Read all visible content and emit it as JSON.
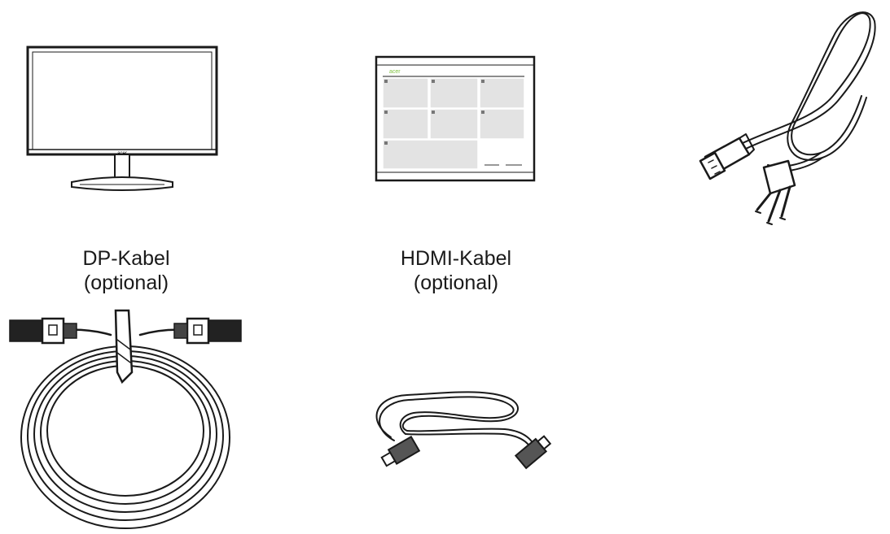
{
  "items": {
    "monitor": {
      "icon": "monitor-icon"
    },
    "guide": {
      "icon": "quick-start-guide-icon",
      "brand_text": "acer"
    },
    "power_cable": {
      "icon": "power-cable-icon"
    },
    "dp_cable": {
      "icon": "dp-cable-icon",
      "label": "DP-Kabel",
      "note": "(optional)"
    },
    "hdmi_cable": {
      "icon": "hdmi-cable-icon",
      "label": "HDMI-Kabel",
      "note": "(optional)"
    }
  },
  "colors": {
    "line": "#1a1a1a",
    "panel_fill": "#e3e3e3",
    "brand_green": "#80c242"
  }
}
